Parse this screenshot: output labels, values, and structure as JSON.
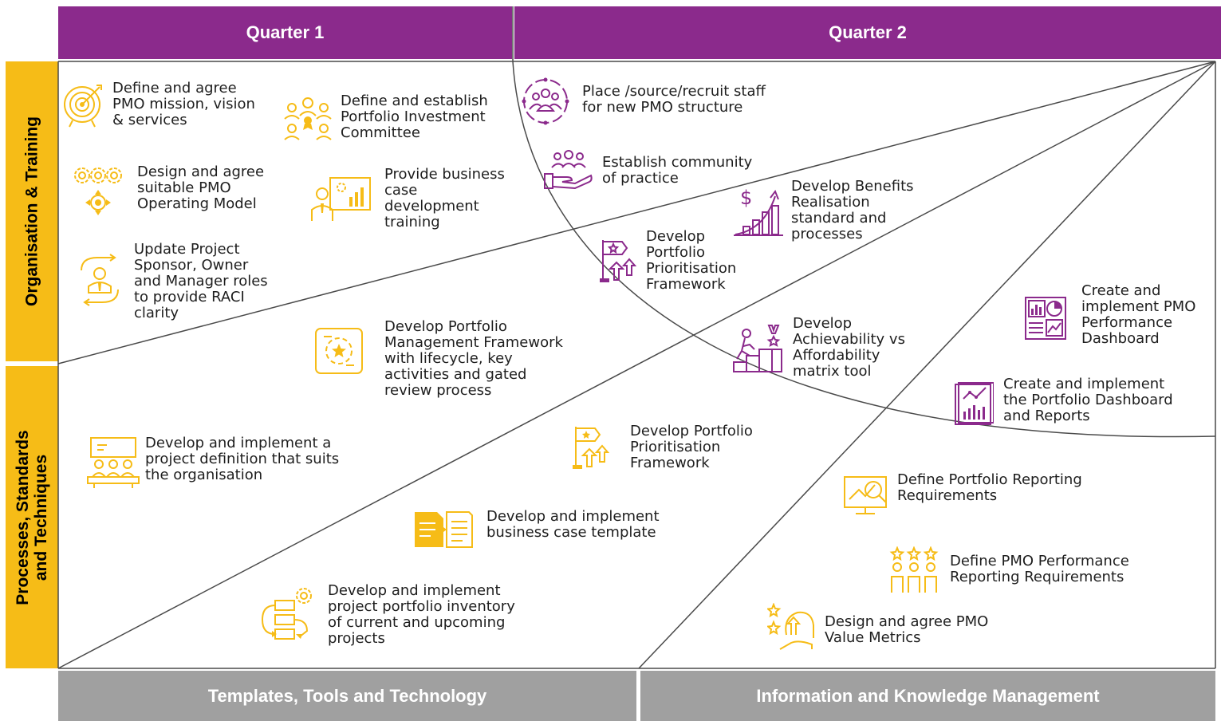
{
  "headers": {
    "quarter1": "Quarter 1",
    "quarter2": "Quarter 2"
  },
  "side": {
    "top": "Organisation & Training",
    "bottom": "Processes, Standards\nand Techniques"
  },
  "footers": {
    "left": "Templates, Tools and Technology",
    "right": "Information and Knowledge Management"
  },
  "colors": {
    "purple": "#8B2A8C",
    "yellow": "#F6BC17",
    "grey": "#A0A0A0"
  },
  "tasks": {
    "pmo_mission": {
      "icon": "target-icon",
      "text": "Define and agree\nPMO mission, vision\n& services"
    },
    "investment_committee": {
      "icon": "team-award-icon",
      "text": "Define and establish\nPortfolio Investment\nCommittee"
    },
    "operating_model": {
      "icon": "gears-icon",
      "text": "Design and agree\nsuitable PMO\nOperating Model"
    },
    "business_case_training": {
      "icon": "presentation-icon",
      "text": "Provide business\ncase\ndevelopment\ntraining"
    },
    "raci": {
      "icon": "person-cycle-icon",
      "text": "Update Project\nSponsor, Owner\nand Manager roles\nto provide RACI\nclarity"
    },
    "portfolio_framework": {
      "icon": "framework-cycle-icon",
      "text": "Develop Portfolio\nManagement Framework\nwith lifecycle, key\nactivities and gated\nreview process"
    },
    "project_definition": {
      "icon": "meeting-board-icon",
      "text": "Develop and implement a\nproject definition that suits\nthe organisation"
    },
    "business_case_template": {
      "icon": "document-template-icon",
      "text": "Develop and implement\nbusiness case template"
    },
    "project_inventory": {
      "icon": "flow-gear-icon",
      "text": "Develop and implement\nproject portfolio inventory\nof current and upcoming\nprojects"
    },
    "prioritisation_yellow": {
      "icon": "flag-arrows-icon",
      "text": "Develop Portfolio\nPrioritisation\nFramework"
    },
    "recruit_staff": {
      "icon": "team-circle-icon",
      "text": "Place /source/recruit staff\nfor new PMO structure"
    },
    "community": {
      "icon": "hand-people-icon",
      "text": "Establish community\nof practice"
    },
    "benefits": {
      "icon": "dollar-growth-icon",
      "text": "Develop Benefits\nRealisation\nstandard and\nprocesses"
    },
    "prioritisation_purple": {
      "icon": "flag-arrows-icon",
      "text": "Develop\nPortfolio\nPrioritisation\nFramework"
    },
    "achievability": {
      "icon": "stairs-trophy-icon",
      "text": "Develop\nAchievability vs\nAffordability\nmatrix tool"
    },
    "performance_dashboard": {
      "icon": "dashboard-icon",
      "text": "Create and\nimplement PMO\nPerformance\nDashboard"
    },
    "portfolio_dashboard": {
      "icon": "report-chart-icon",
      "text": "Create and implement\nthe Portfolio Dashboard\nand Reports"
    },
    "reporting_requirements": {
      "icon": "monitor-analysis-icon",
      "text": "Define Portfolio Reporting\nRequirements"
    },
    "pmo_perf_reporting": {
      "icon": "people-stars-icon",
      "text": "Define PMO Performance\nReporting Requirements"
    },
    "value_metrics": {
      "icon": "head-stars-icon",
      "text": "Design and agree PMO\nValue Metrics"
    }
  }
}
